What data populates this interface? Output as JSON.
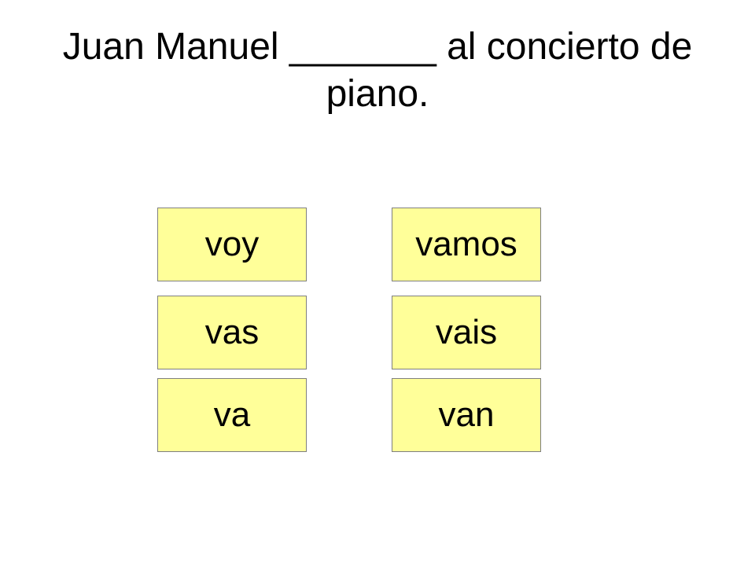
{
  "question": {
    "text": "Juan Manuel _______ al concierto de piano."
  },
  "options": [
    {
      "label": "voy"
    },
    {
      "label": "vas"
    },
    {
      "label": "va"
    },
    {
      "label": "vamos"
    },
    {
      "label": "vais"
    },
    {
      "label": "van"
    }
  ],
  "colors": {
    "option_fill": "#ffff99",
    "option_border": "#7f7f7f",
    "text": "#000000",
    "background": "#ffffff"
  }
}
